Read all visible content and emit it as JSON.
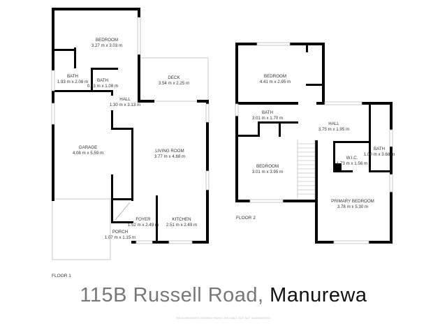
{
  "floor1": {
    "label": "FLOOR 1",
    "rooms": [
      {
        "name": "BEDROOM",
        "size": "3.27 m x 3.03 m"
      },
      {
        "name": "BATH",
        "size": "1.93 m x 2.08 m"
      },
      {
        "name": "BATH",
        "size": "0.93 m x 1.08 m"
      },
      {
        "name": "DECK",
        "size": "3.54 m x 2.25 m"
      },
      {
        "name": "HALL",
        "size": "1.30 m x 3.13 m"
      },
      {
        "name": "GARAGE",
        "size": "4.08 m x 5.59 m"
      },
      {
        "name": "LIVING ROOM",
        "size": "3.77 m x 4.88 m"
      },
      {
        "name": "FOYER",
        "size": "1.52 m x 2.49 m"
      },
      {
        "name": "KITCHEN",
        "size": "2.51 m x 2.49 m"
      },
      {
        "name": "PORCH",
        "size": "1.07 m x 1.15 m"
      }
    ]
  },
  "floor2": {
    "label": "FLOOR 2",
    "rooms": [
      {
        "name": "BEDROOM",
        "size": "4.41 m x 2.95 m"
      },
      {
        "name": "BATH",
        "size": "3.01 m x 1.70 m"
      },
      {
        "name": "HALL",
        "size": "3.75 m x 1.95 m"
      },
      {
        "name": "BATH",
        "size": "1.00 m x 3.68 m"
      },
      {
        "name": "W.I.C.",
        "size": "1.73 m x 1.56 m"
      },
      {
        "name": "BEDROOM",
        "size": "3.01 m x 3.95 m"
      },
      {
        "name": "PRIMARY BEDROOM",
        "size": "3.78 m x 5.30 m"
      }
    ]
  },
  "title": {
    "street": "115B Russell Road,",
    "suburb": "Manurewa"
  },
  "disclaimer": "MEASUREMENTS DEEMED HIGHLY RELIABLE BUT NOT GUARANTEED"
}
